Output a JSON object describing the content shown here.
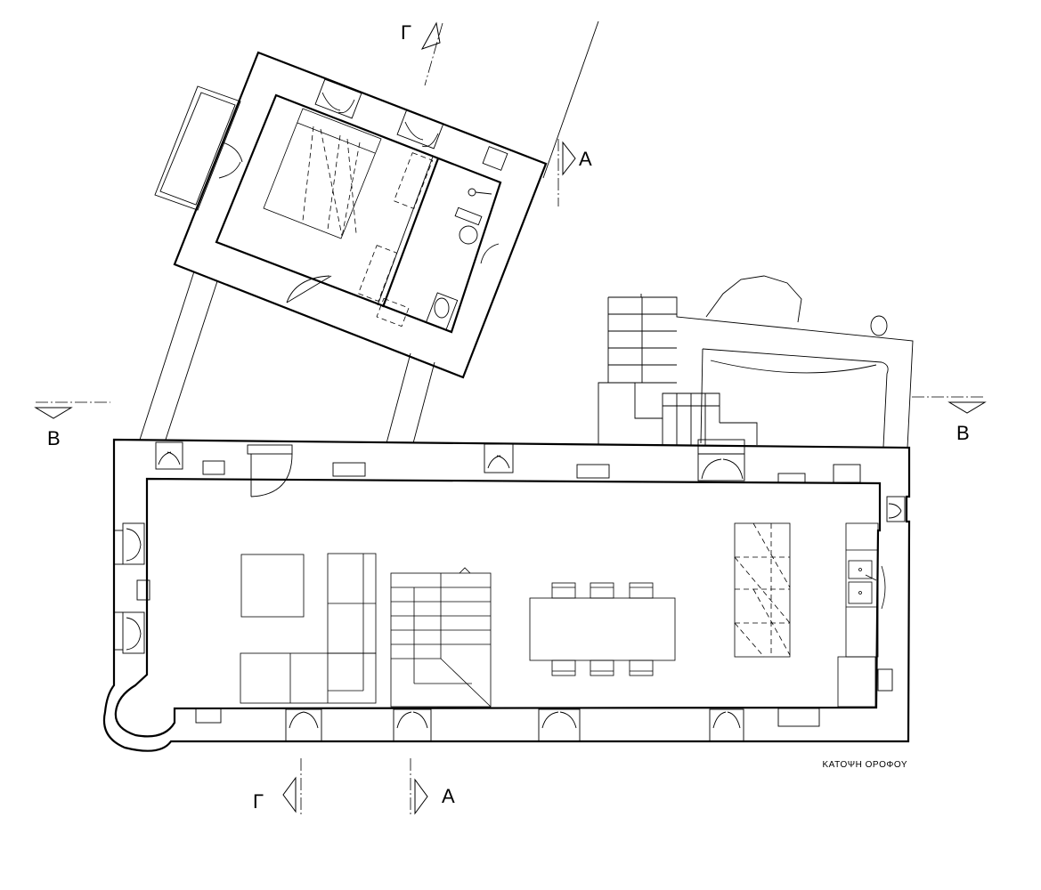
{
  "drawing": {
    "title": "ΚΑΤΟΨΗ ΟΡΟΦΟΥ",
    "section_markers": {
      "a_top": "Α",
      "a_bottom": "Α",
      "b_left": "Β",
      "b_right": "Β",
      "g_top": "Γ",
      "g_bottom": "Γ"
    }
  },
  "colors": {
    "line": "#000000",
    "background": "#ffffff"
  }
}
